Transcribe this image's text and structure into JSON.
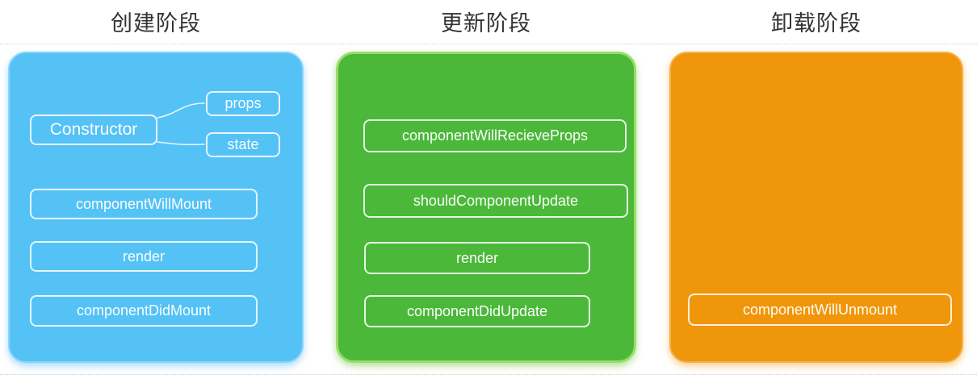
{
  "colors": {
    "create_fill": "#55C2F6",
    "create_border": "#86D5F9",
    "update_fill": "#4BB83A",
    "update_border": "#99DC68",
    "unmount_fill": "#F0960A",
    "unmount_border": "#F3B14E",
    "node_border": "#FFFFFF",
    "node_text": "#FFFFFF",
    "title_text": "#333333"
  },
  "panels": {
    "create": {
      "title": "创建阶段",
      "nodes": {
        "constructor": "Constructor",
        "props": "props",
        "state": "state",
        "will_mount": "componentWillMount",
        "render": "render",
        "did_mount": "componentDidMount"
      }
    },
    "update": {
      "title": "更新阶段",
      "nodes": {
        "will_receive_props": "componentWillRecieveProps",
        "should_update": "shouldComponentUpdate",
        "render": "render",
        "did_update": "componentDidUpdate"
      }
    },
    "unmount": {
      "title": "卸载阶段",
      "nodes": {
        "will_unmount": "componentWillUnmount"
      }
    }
  }
}
